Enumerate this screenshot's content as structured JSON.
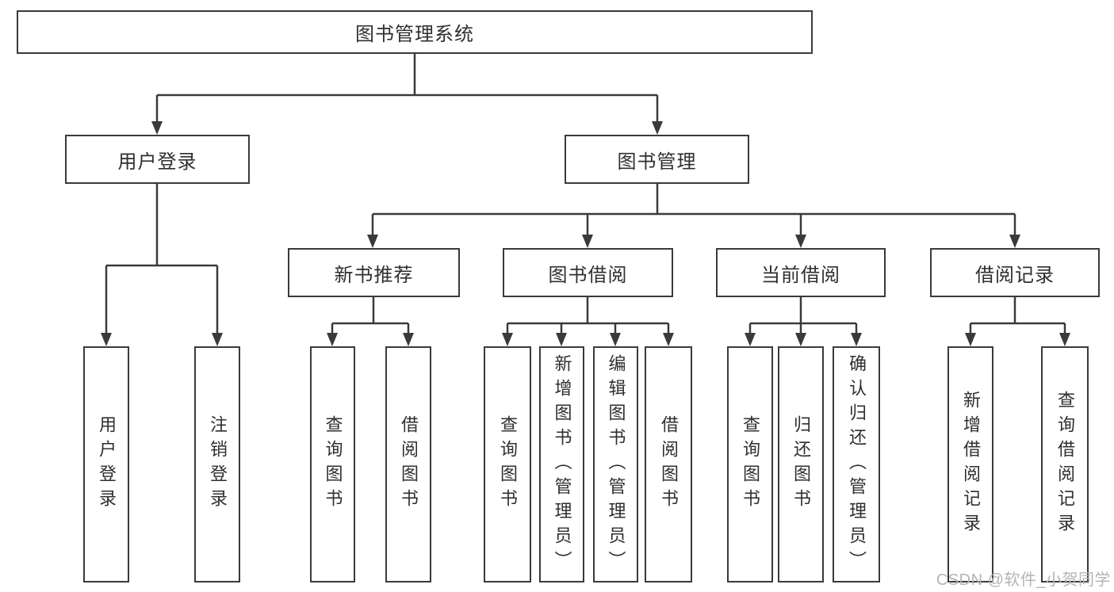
{
  "diagram": {
    "root_label": "图书管理系统",
    "level2": [
      "用户登录",
      "图书管理"
    ],
    "level3": [
      "新书推荐",
      "图书借阅",
      "当前借阅",
      "借阅记录"
    ],
    "leaf_groups": [
      {
        "parent": "用户登录",
        "items": [
          "用户登录",
          "注销登录"
        ]
      },
      {
        "parent": "新书推荐",
        "items": [
          "查询图书",
          "借阅图书"
        ]
      },
      {
        "parent": "图书借阅",
        "items": [
          "查询图书",
          "新增图书（管理员）",
          "编辑图书（管理员）",
          "借阅图书"
        ]
      },
      {
        "parent": "当前借阅",
        "items": [
          "查询图书",
          "归还图书",
          "确认归还（管理员）"
        ]
      },
      {
        "parent": "借阅记录",
        "items": [
          "新增借阅记录",
          "查询借阅记录"
        ]
      }
    ]
  },
  "watermark": "CSDN @软件_小贺同学",
  "colors": {
    "line": "#3a3a3a",
    "text": "#2f2f2f",
    "background": "#ffffff",
    "watermark": "#b4b4b4"
  }
}
